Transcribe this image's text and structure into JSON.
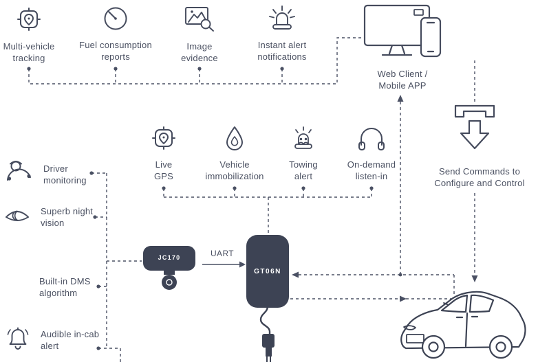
{
  "colors": {
    "line": "#4a5063",
    "text": "#4b5162",
    "device_fill": "#3d4354",
    "background": "#ffffff"
  },
  "top_features": [
    {
      "label": "Multi-vehicle\ntracking",
      "icon": "gps-target-icon"
    },
    {
      "label": "Fuel consumption\nreports",
      "icon": "gauge-icon"
    },
    {
      "label": "Image\nevidence",
      "icon": "image-evidence-icon"
    },
    {
      "label": "Instant alert\nnotifications",
      "icon": "siren-icon"
    }
  ],
  "mid_features": [
    {
      "label": "Live\nGPS",
      "icon": "gps-target-icon"
    },
    {
      "label": "Vehicle\nimmobilization",
      "icon": "fuel-drop-icon"
    },
    {
      "label": "Towing\nalert",
      "icon": "towing-siren-icon"
    },
    {
      "label": "On-demand\nlisten-in",
      "icon": "headphones-icon"
    }
  ],
  "left_features": [
    {
      "label": "Driver\nmonitoring",
      "icon": "driver-monitoring-icon"
    },
    {
      "label": "Superb night\nvision",
      "icon": "night-vision-icon"
    },
    {
      "label": "Built-in DMS\nalgorithm",
      "icon": ""
    },
    {
      "label": "Audible in-cab\nalert",
      "icon": "bell-icon"
    }
  ],
  "web_client": {
    "label": "Web Client /\nMobile APP",
    "icon": "monitor-phone-icon"
  },
  "send_commands": {
    "label": "Send Commands to\nConfigure and Control",
    "icon": "download-arrow-icon"
  },
  "uart": {
    "label": "UART"
  },
  "devices": {
    "camera_label": "JC170",
    "tracker_label": "GT06N"
  }
}
